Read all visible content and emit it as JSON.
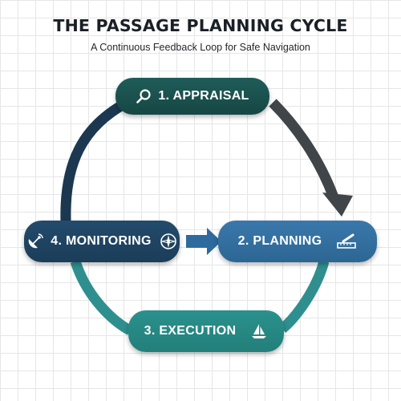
{
  "header": {
    "title": "THE PASSAGE PLANNING CYCLE",
    "subtitle": "A Continuous Feedback Loop for Safe Navigation"
  },
  "steps": [
    {
      "label": "1. APPRAISAL",
      "icon": "magnifying-glass-icon",
      "color": "#1a504d"
    },
    {
      "label": "2. PLANNING",
      "icon": "ruler-pencil-icon",
      "color": "#336e9f"
    },
    {
      "label": "3. EXECUTION",
      "icon": "sailboat-icon",
      "color": "#268783"
    },
    {
      "label": "4. MONITORING",
      "icon": "satellite-dish-icon",
      "icon2": "compass-icon",
      "color": "#1f4462"
    }
  ],
  "connectors": [
    {
      "from": "1. APPRAISAL",
      "to": "2. PLANNING",
      "color": "#3f4548"
    },
    {
      "from": "2. PLANNING",
      "to": "3. EXECUTION",
      "color": "#2f8f8f"
    },
    {
      "from": "3. EXECUTION",
      "to": "4. MONITORING",
      "color": "#2f8f8f"
    },
    {
      "from": "4. MONITORING",
      "to": "1. APPRAISAL",
      "color": "#1c3850"
    },
    {
      "from": "4. MONITORING",
      "to": "2. PLANNING",
      "color": "#2e6a9d"
    }
  ]
}
